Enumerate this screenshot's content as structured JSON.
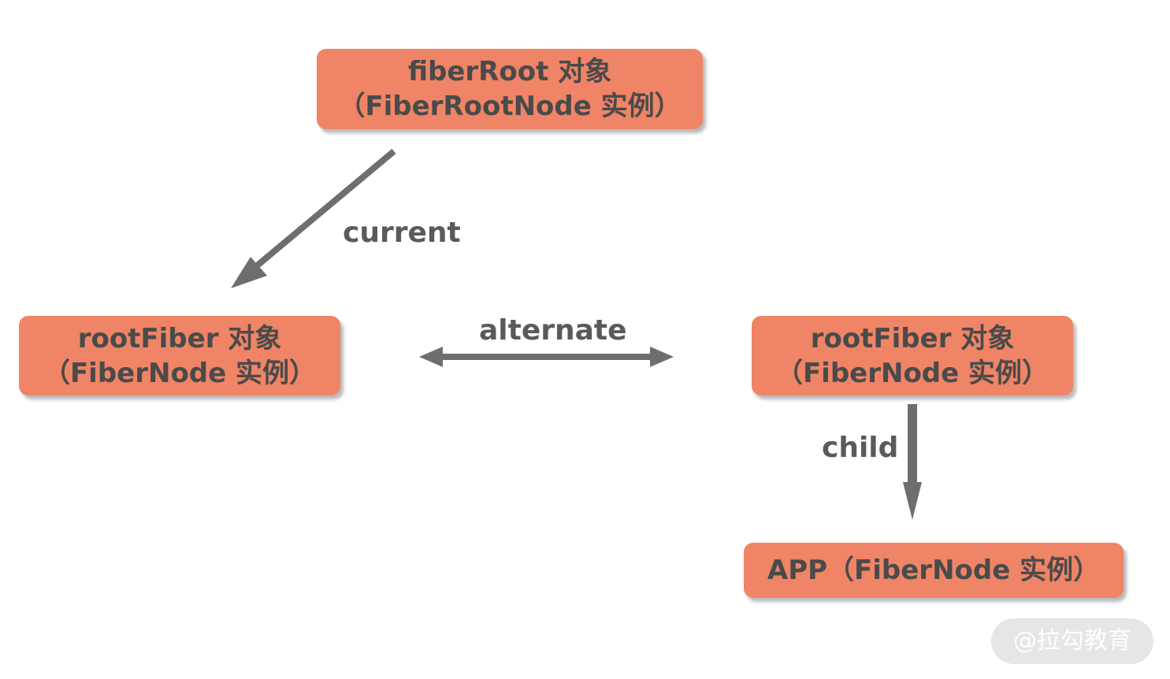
{
  "nodes": {
    "fiber_root": {
      "line1": "fiberRoot 对象",
      "line2": "（FiberRootNode 实例）"
    },
    "root_fiber_left": {
      "line1": "rootFiber 对象",
      "line2": "（FiberNode 实例）"
    },
    "root_fiber_right": {
      "line1": "rootFiber 对象",
      "line2": "（FiberNode 实例）"
    },
    "app": {
      "line1": "APP（FiberNode 实例）"
    }
  },
  "edges": {
    "current": "current",
    "alternate": "alternate",
    "child": "child"
  },
  "watermark": "@拉勾教育",
  "colors": {
    "node_fill": "#ef8466",
    "node_text": "#4a4a4a",
    "arrow": "#6e6e6e",
    "label": "#5a5a5a"
  }
}
